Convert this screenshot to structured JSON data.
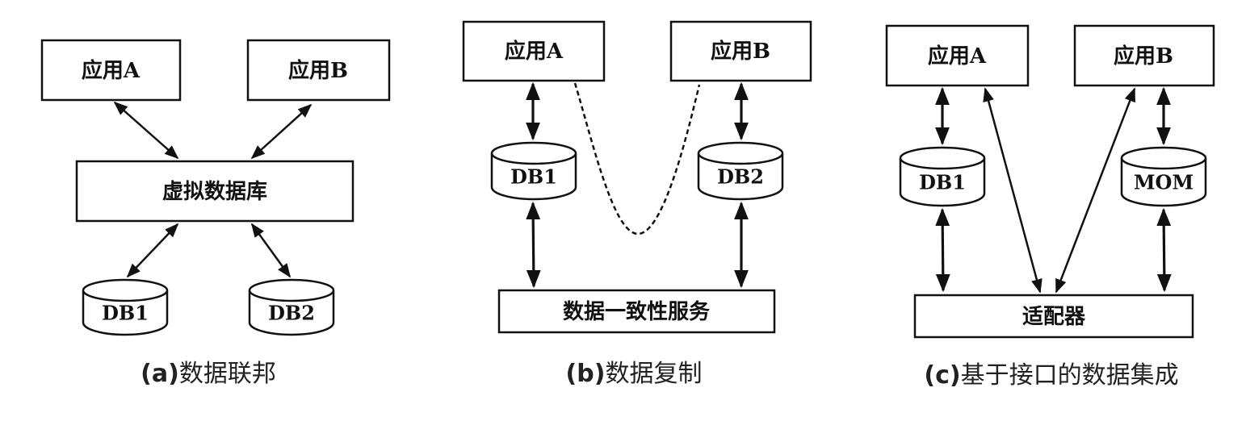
{
  "colors": {
    "stroke": "#111111",
    "background": "#ffffff",
    "caption": "#222222"
  },
  "diagrams": [
    {
      "id": "a",
      "app_a": "应用A",
      "app_b": "应用B",
      "middle": "虚拟数据库",
      "db1": "DB1",
      "db2": "DB2",
      "caption_letter": "(a)",
      "caption_text": "数据联邦"
    },
    {
      "id": "b",
      "app_a": "应用A",
      "app_b": "应用B",
      "db1": "DB1",
      "db2": "DB2",
      "bottom": "数据一致性服务",
      "caption_letter": "(b)",
      "caption_text": "数据复制"
    },
    {
      "id": "c",
      "app_a": "应用A",
      "app_b": "应用B",
      "db1": "DB1",
      "mom": "MOM",
      "bottom": "适配器",
      "caption_letter": "(c)",
      "caption_text": "基于接口的数据集成"
    }
  ]
}
